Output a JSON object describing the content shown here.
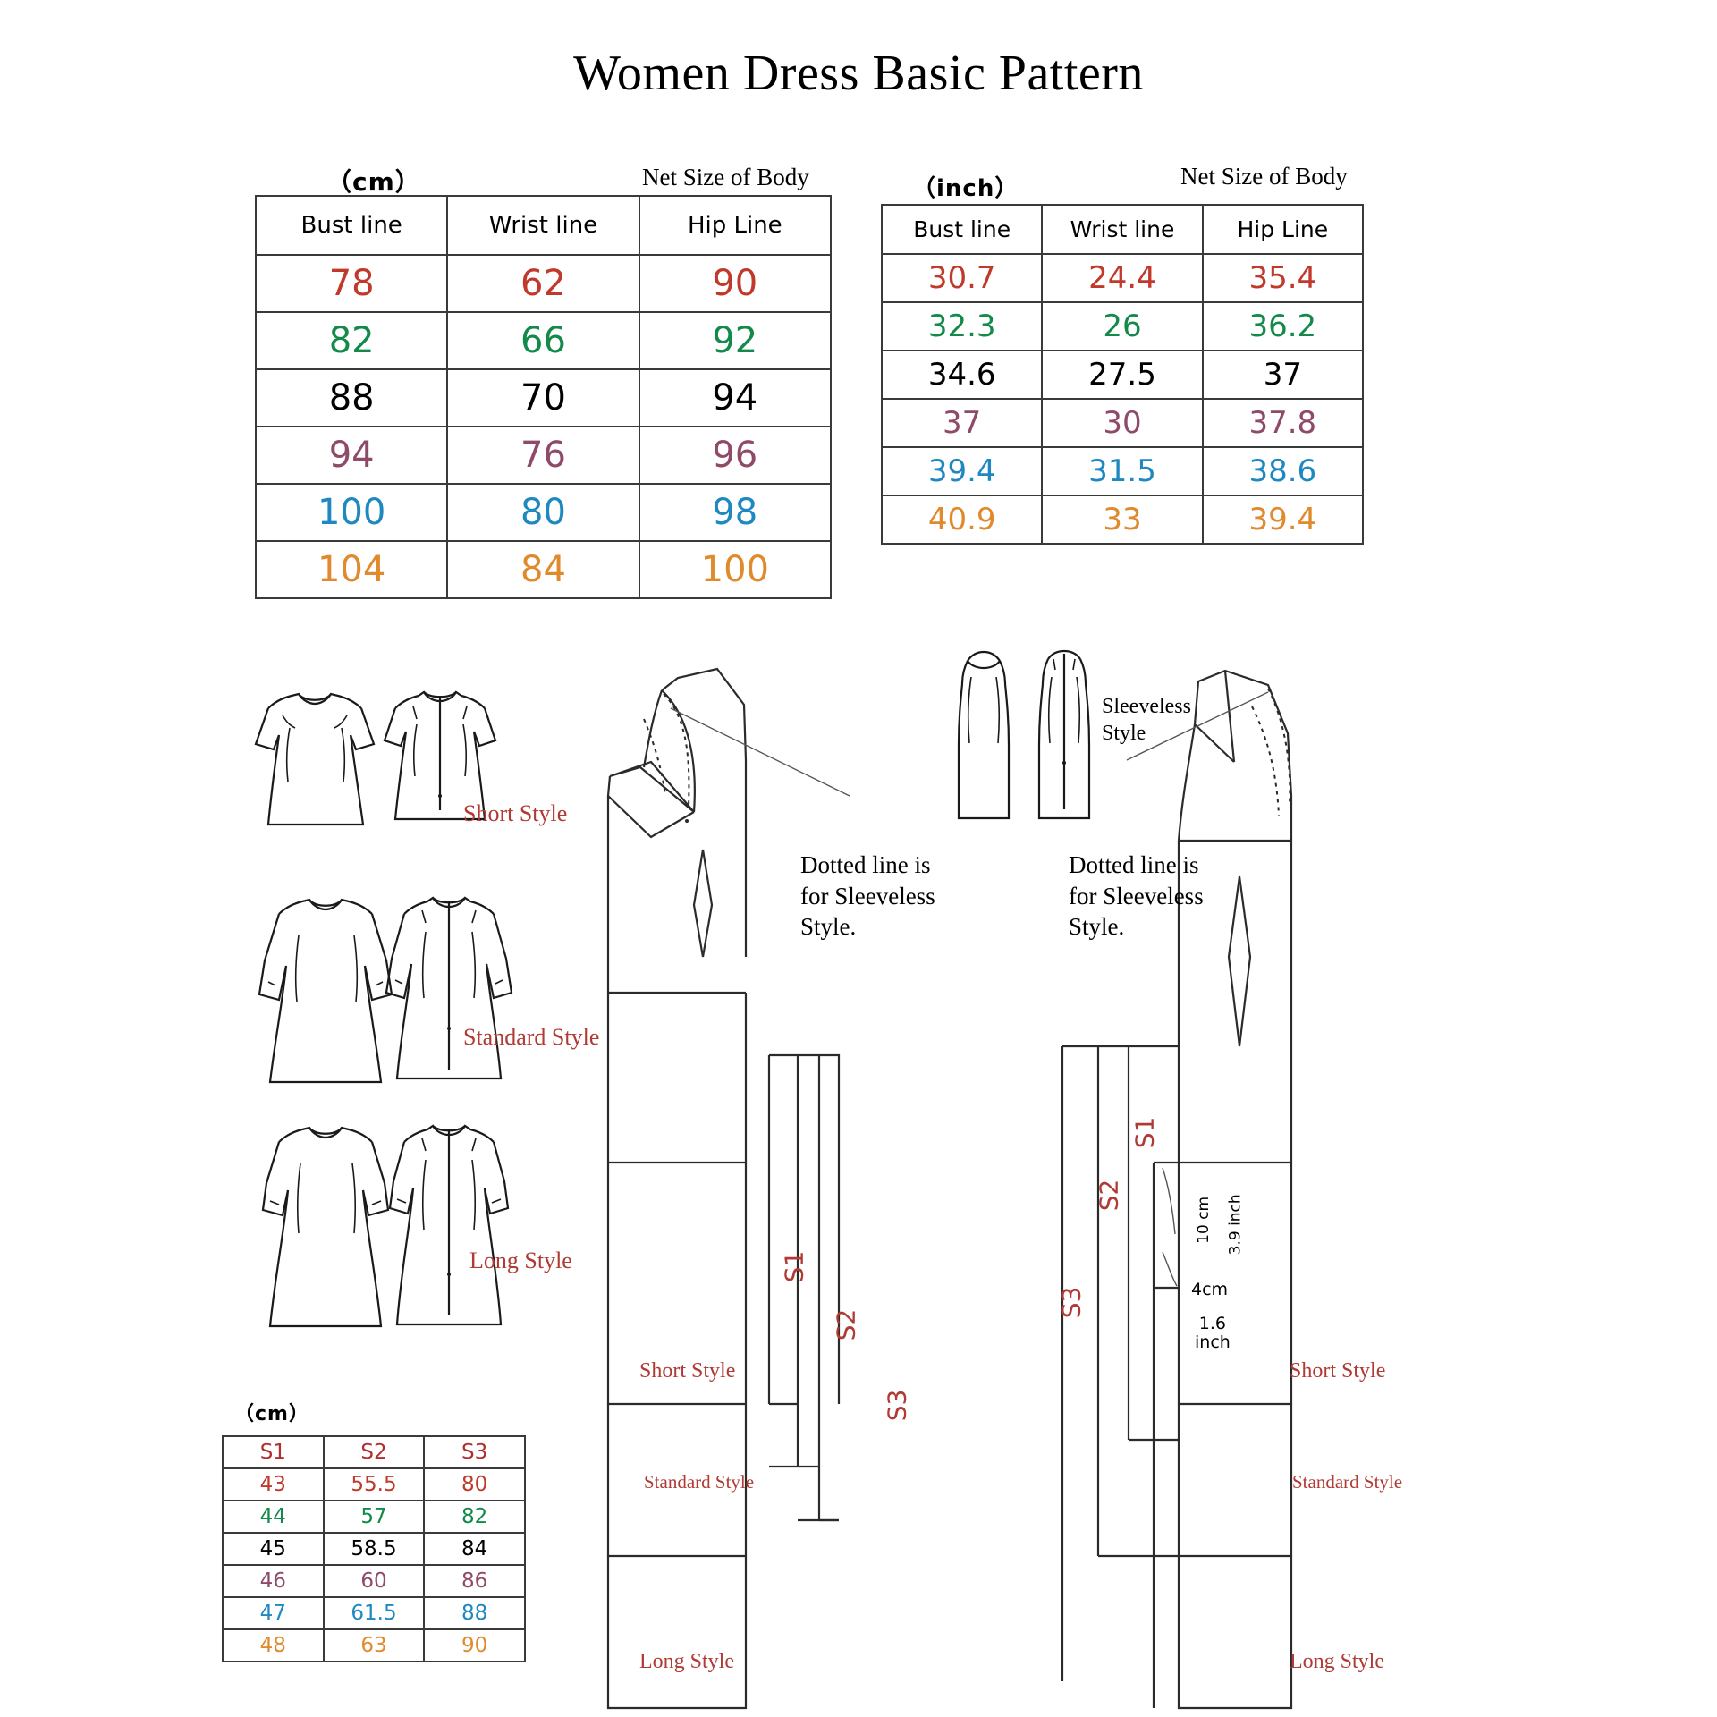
{
  "page_title": "Women Dress Basic Pattern",
  "tables": {
    "cm": {
      "unit_label": "（cm）",
      "caption": "Net Size of Body",
      "headers": [
        "Bust line",
        "Wrist line",
        "Hip Line"
      ],
      "rows": [
        {
          "color": "#c0392b",
          "values": [
            "78",
            "62",
            "90"
          ]
        },
        {
          "color": "#138a4a",
          "values": [
            "82",
            "66",
            "92"
          ]
        },
        {
          "color": "#000000",
          "values": [
            "88",
            "70",
            "94"
          ]
        },
        {
          "color": "#8e4a68",
          "values": [
            "94",
            "76",
            "96"
          ]
        },
        {
          "color": "#1f88c0",
          "values": [
            "100",
            "80",
            "98"
          ]
        },
        {
          "color": "#e08a2e",
          "values": [
            "104",
            "84",
            "100"
          ]
        }
      ]
    },
    "inch": {
      "unit_label": "（inch）",
      "caption": "Net Size of Body",
      "headers": [
        "Bust line",
        "Wrist line",
        "Hip Line"
      ],
      "rows": [
        {
          "color": "#c0392b",
          "values": [
            "30.7",
            "24.4",
            "35.4"
          ]
        },
        {
          "color": "#138a4a",
          "values": [
            "32.3",
            "26",
            "36.2"
          ]
        },
        {
          "color": "#000000",
          "values": [
            "34.6",
            "27.5",
            "37"
          ]
        },
        {
          "color": "#8e4a68",
          "values": [
            "37",
            "30",
            "37.8"
          ]
        },
        {
          "color": "#1f88c0",
          "values": [
            "39.4",
            "31.5",
            "38.6"
          ]
        },
        {
          "color": "#e08a2e",
          "values": [
            "40.9",
            "33",
            "39.4"
          ]
        }
      ]
    },
    "sleeve": {
      "unit_label": "（cm）",
      "headers": [
        "S1",
        "S2",
        "S3"
      ],
      "rows": [
        {
          "color": "#c0392b",
          "values": [
            "43",
            "55.5",
            "80"
          ]
        },
        {
          "color": "#138a4a",
          "values": [
            "44",
            "57",
            "82"
          ]
        },
        {
          "color": "#000000",
          "values": [
            "45",
            "58.5",
            "84"
          ]
        },
        {
          "color": "#8e4a68",
          "values": [
            "46",
            "60",
            "86"
          ]
        },
        {
          "color": "#1f88c0",
          "values": [
            "47",
            "61.5",
            "88"
          ]
        },
        {
          "color": "#e08a2e",
          "values": [
            "48",
            "63",
            "90"
          ]
        }
      ]
    }
  },
  "styles": {
    "short": "Short Style",
    "standard": "Standard Style",
    "long": "Long Style",
    "sleeveless": "Sleeveless\nStyle"
  },
  "notes": {
    "dotted_left": "Dotted  line is\nfor Sleeveless\nStyle.",
    "dotted_right": "Dotted  line is\nfor Sleeveless\nStyle."
  },
  "seam_labels": {
    "s1": "S1",
    "s2": "S2",
    "s3": "S3"
  },
  "dimensions": {
    "ten_cm": "10 cm",
    "three_nine_inch": "3.9 inch",
    "four_cm": "4cm",
    "one_six_inch": "1.6\ninch"
  },
  "colors": {
    "accent_red": "#b03a34",
    "line": "#1a1a1a",
    "size_1": "#c0392b",
    "size_2": "#138a4a",
    "size_3": "#000000",
    "size_4": "#8e4a68",
    "size_5": "#1f88c0",
    "size_6": "#e08a2e"
  }
}
